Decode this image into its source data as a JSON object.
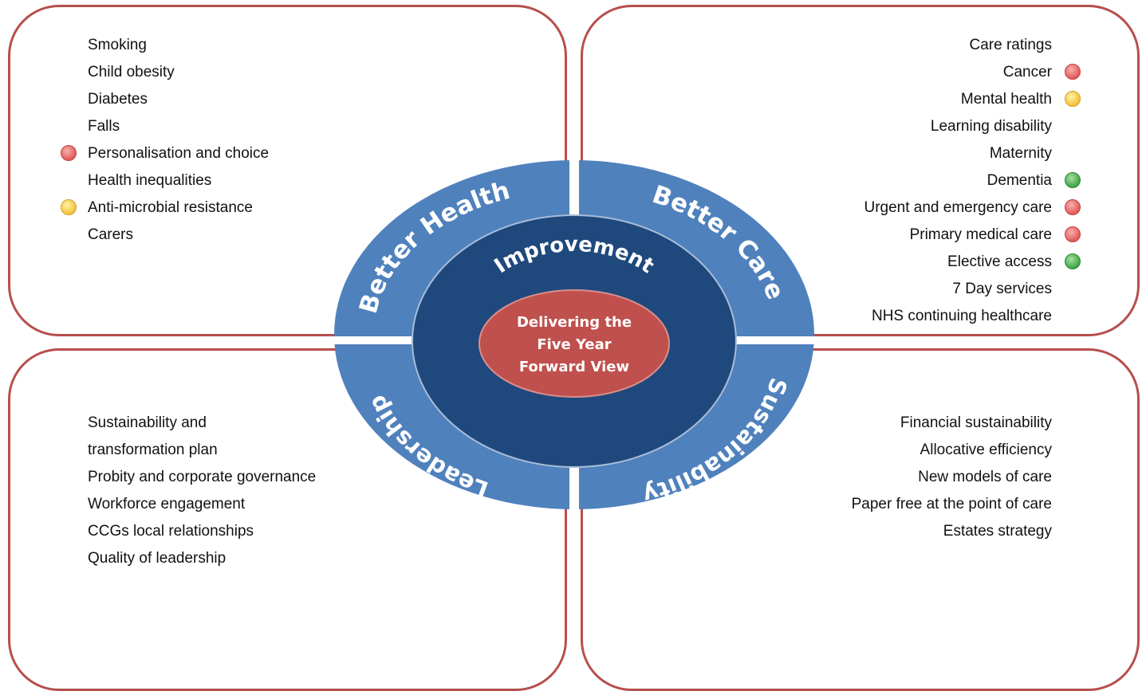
{
  "quadrants": {
    "top_left": {
      "items": [
        {
          "label": "Smoking",
          "status": null
        },
        {
          "label": "Child obesity",
          "status": null
        },
        {
          "label": "Diabetes",
          "status": null
        },
        {
          "label": "Falls",
          "status": null
        },
        {
          "label": "Personalisation and choice",
          "status": "red"
        },
        {
          "label": "Health inequalities",
          "status": null
        },
        {
          "label": "Anti-microbial resistance",
          "status": "amber"
        },
        {
          "label": "Carers",
          "status": null
        }
      ]
    },
    "top_right": {
      "items": [
        {
          "label": "Care ratings",
          "status": null
        },
        {
          "label": "Cancer",
          "status": "red"
        },
        {
          "label": "Mental health",
          "status": "amber"
        },
        {
          "label": "Learning disability",
          "status": null
        },
        {
          "label": "Maternity",
          "status": null
        },
        {
          "label": "Dementia",
          "status": "green"
        },
        {
          "label": "Urgent and emergency care",
          "status": "red"
        },
        {
          "label": "Primary medical care",
          "status": "red"
        },
        {
          "label": "Elective access",
          "status": "green"
        },
        {
          "label": "7 Day services",
          "status": null
        },
        {
          "label": "NHS continuing healthcare",
          "status": null
        }
      ]
    },
    "bottom_left": {
      "items": [
        {
          "label": "Sustainability and",
          "status": null
        },
        {
          "label": "transformation plan",
          "status": null
        },
        {
          "label": "Probity and corporate governance",
          "status": null
        },
        {
          "label": "Workforce engagement",
          "status": null
        },
        {
          "label": "CCGs local relationships",
          "status": null
        },
        {
          "label": "Quality of leadership",
          "status": null
        }
      ]
    },
    "bottom_right": {
      "items": [
        {
          "label": "Financial sustainability",
          "status": null
        },
        {
          "label": "Allocative efficiency",
          "status": null
        },
        {
          "label": "New models of care",
          "status": null
        },
        {
          "label": "Paper free at the point of care",
          "status": null
        },
        {
          "label": "Estates strategy",
          "status": null
        }
      ]
    }
  },
  "ring_labels": {
    "better_health": "Better Health",
    "better_care": "Better Care",
    "leadership": "Leadership",
    "sustainability": "Sustainability",
    "improvement": "Improvement"
  },
  "center": {
    "line1": "Delivering the",
    "line2": "Five Year",
    "line3": "Forward View"
  },
  "colors": {
    "frame_border": "#b64f4d",
    "outer_ring": "#4f81bd",
    "inner_ring": "#1f497d",
    "center": "#c0504d",
    "status_red": "#e25a57",
    "status_amber": "#f5c13a",
    "status_green": "#3fa548"
  }
}
